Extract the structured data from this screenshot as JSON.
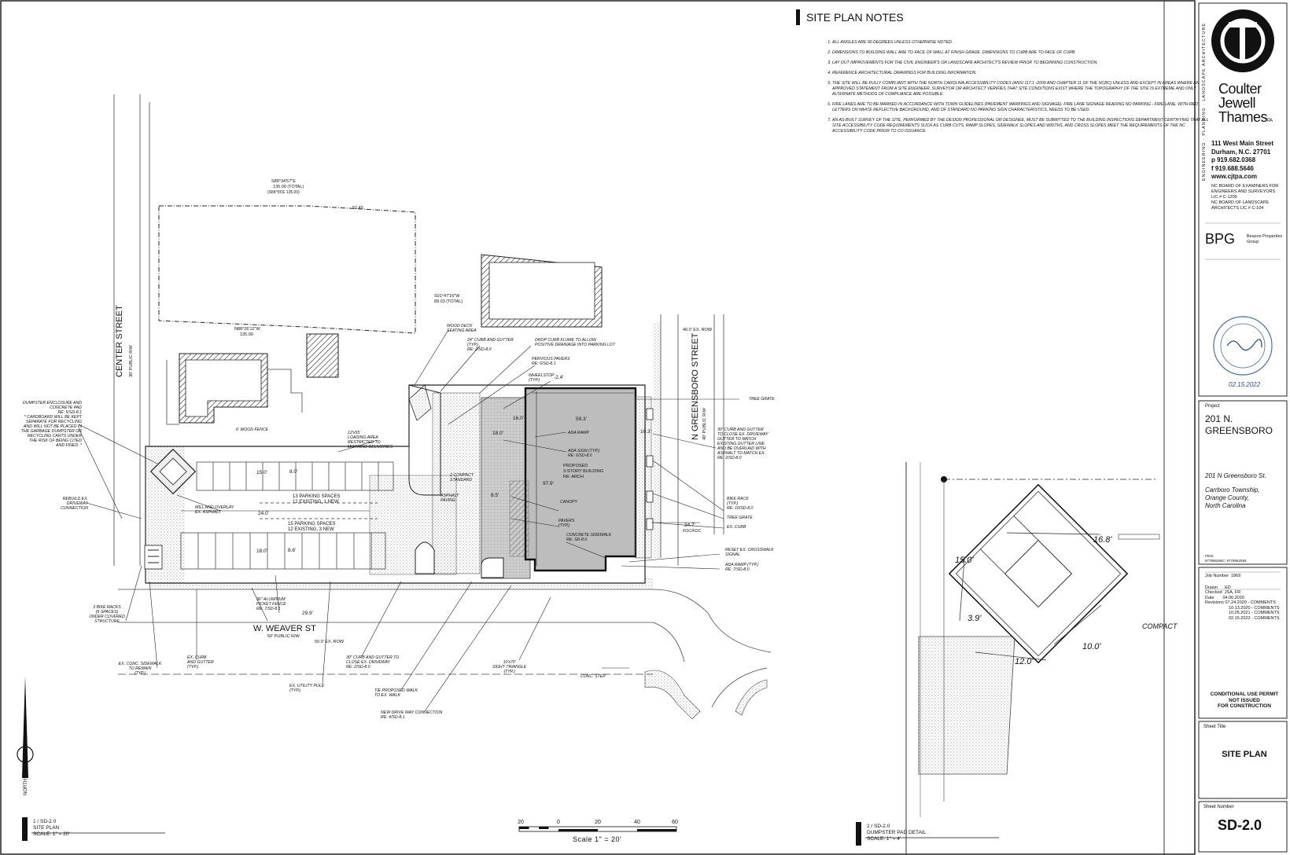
{
  "notes": {
    "title": "SITE PLAN NOTES",
    "items": [
      "ALL ANGLES ARE 90 DEGREES UNLESS OTHERWISE NOTED.",
      "DIMENSIONS TO BUILDING WALL ARE TO FACE OF WALL AT FINISH GRADE. DIMENSIONS TO CURB ARE TO FACE OF CURB.",
      "LAY OUT IMPROVEMENTS FOR THE CIVIL ENGINEER'S OR LANDSCAPE ARCHITECT'S REVIEW PRIOR TO BEGINNING CONSTRUCTION.",
      "REFERENCE ARCHITECTURAL DRAWINGS FOR BUILDING INFORMATION.",
      "THE SITE WILL BE FULLY COMPLIANT WITH THE NORTH CAROLINA ACCESSIBILITY CODES (ANSI 117.1 -2009 AND CHAPTER 11 OF THE NCBC) UNLESS AND EXCEPT IN AREAS WHERE AN APPROVED STATEMENT FROM A SITE ENGINEER, SURVEYOR OR ARCHITECT VERIFIES THAT SITE CONDITIONS EXIST WHERE THE TOPOGRAPHY OF THE SITE IS EXTREME AND ONLY ALTERNATE METHODS OF COMPLIANCE ARE POSSIBLE.",
      "FIRE LANES ARE TO BE MARKED IN ACCORDANCE WITH TOWN GUIDELINES (PAVEMENT MARKINGS AND SIGNAGE). FIRE LANE SIGNAGE READING NO PARKING - FIRE LANE, WITH RED LETTERS ON WHITE REFLECTIVE BACKGROUND, AND OF STANDARD NO PARKING SIGN CHARACTERISTICS, NEEDS TO BE USED.",
      "AN AS-BUILT SURVEY OF THE SITE, PERFORMED BY THE DESIGN PROFESSIONAL OR DESIGNEE, MUST BE SUBMITTED TO THE BUILDING INSPECTIONS DEPARTMENT CERTIFYING THAT ALL SITE ACCESSIBILITY CODE REQUIREMENTS SUCH AS CURB CUTS, RAMP SLOPES, SIDEWALK SLOPES AND WIDTHS, AND CROSS SLOPES MEET THE REQUIREMENTS OF THE NC ACCESSIBILITY CODE PRIOR TO CO ISSUANCE."
    ]
  },
  "titleblock": {
    "vertical_text": "ENGINEERING · PLANNING · LANDSCAPE ARCHITECTURE",
    "firm": [
      "Coulter",
      "Jewell",
      "Thames",
      "PA"
    ],
    "address": [
      "111 West Main Street",
      "Durham, N.C. 27701",
      "p  919.682.0368",
      "f  919.688.5646",
      "www.cjtpa.com"
    ],
    "licenses": [
      "NC BOARD OF EXAMINERS FOR",
      "ENGINEERS AND SURVEYORS",
      "LIC # C-1209",
      "NC BOARD OF LANDSCAPE",
      "ARCHITECTS  LIC # C-104"
    ],
    "client": "BPG",
    "client_full": [
      "Beacon Properties",
      "Group"
    ],
    "seal_date": "02.15.2022",
    "project_label": "Project",
    "project_name": [
      "201 N.",
      "GREENSBORO"
    ],
    "project_address": [
      "201 N Greensboro St.",
      "",
      "Carrboro Township,",
      "Orange County,",
      "North Carolina"
    ],
    "pins_label": "PINS:",
    "pins": "9778863587, 9778862555",
    "job_label": "Job Number",
    "job_number": "1869",
    "drawn_label": "Drawn",
    "drawn": "ED",
    "checked_label": "Checked",
    "checked": "JSA, FR",
    "date_label": "Date",
    "date": "04.06.2020",
    "revisions_label": "Revisions",
    "revisions": [
      "07.24.2020 - COMMENTS",
      "10.13.2020 - COMMENTS",
      "10.05.2021 - COMMENTS",
      "02.15.2022 - COMMENTS"
    ],
    "not_construction": [
      "CONDITIONAL USE PERMIT",
      "NOT ISSUED",
      "FOR CONSTRUCTION"
    ],
    "sheet_title_label": "Sheet Title",
    "sheet_title": "SITE PLAN",
    "sheet_number_label": "Sheet Number",
    "sheet_number": "SD-2.0"
  },
  "plan": {
    "streets": {
      "center": "CENTER STREET",
      "center_row": "30' PUBLIC R/W",
      "greensboro": "N GREENSBORO STREET",
      "greensboro_row": "40' PUBLIC R/W",
      "greensboro_ex_row": "40.0' EX. ROW",
      "weaver": "W. WEAVER ST",
      "weaver_row": "50' PUBLIC R/W",
      "weaver_ex_row": "50.0' EX. ROW"
    },
    "bearings": [
      "S88°34'57\"E",
      "135.00 (TOTAL)",
      "(S84°55'E 135.00)",
      "52.45",
      "S01°47'16\"W",
      "89.03 (TOTAL)",
      "N88°26'12\"W",
      "135.00"
    ],
    "building": [
      "PROPOSED",
      "3-STORY BUILDING",
      "RE: ARCH"
    ],
    "dims": [
      "59.3'",
      "97.9'",
      "16.0'",
      "18.0'",
      "10.3'",
      "15.0'",
      "18.0'",
      "8.0'",
      "8.6'",
      "24.0'",
      "29.9'",
      "34.7'",
      "8.5'",
      "-2.4'"
    ],
    "parking_upper": [
      "13 PARKING SPACES",
      "12 EXISTING, 1 NEW"
    ],
    "parking_lower": [
      "15 PARKING SPACES",
      "12 EXISTING, 3 NEW"
    ],
    "callouts": {
      "dumpster": [
        "DUMPSTER ENCLOSURE AND",
        "CONCRETE PAD",
        "RE: 5/SD-8.1",
        "* CARDBOARD WILL BE KEPT",
        "SEPARATE FOR RECYCLING",
        "AND WILL NOT BE PLACED IN",
        "THE GARBAGE DUMPSTER OR",
        "RECYCLING CARTS UNDER",
        "THE RISK OF BEING CITED",
        "AND FINED. *"
      ],
      "rebuild": [
        "REBUILD EX.",
        "DRIVEWAY",
        "CONNECTION"
      ],
      "mill": [
        "MILL AND OVERLAY",
        "EX. ASPHALT"
      ],
      "wood_fence": "6' WOOD FENCE",
      "loading": [
        "12'x55'",
        "LOADING AREA",
        "RESTRICTED TO",
        "MORNING DELIVERIES"
      ],
      "wood_deck": [
        "WOOD DECK",
        "SEATING AREA"
      ],
      "curb24": [
        "24\" CURB AND GUTTER",
        "(TYP.)",
        "RE: 2/SD-8.0"
      ],
      "drop_curb": [
        "DROP CURB FLUME TO ALLOW",
        "POSITIVE DRAINAGE INTO PARKING LOT"
      ],
      "pervious": [
        "PERVIOUS PAVERS",
        "RE: 6/SD-8.1"
      ],
      "wheelstop": [
        "WHEELSTOP",
        "(TYP.)"
      ],
      "ada_ramp": "ADA RAMP",
      "ada_sign": [
        "ADA SIGN (TYP.)",
        "RE: 6/SD-8.0"
      ],
      "canopy": "CANOPY",
      "pavers": [
        "PAVERS",
        "(TYP.)"
      ],
      "sidewalk": [
        "CONCRETE SIDEWALK",
        "RE: SD-8.0"
      ],
      "asphalt": [
        "ASPHALT",
        "PAVING"
      ],
      "compact": [
        "2 COMPACT",
        "STANDARD"
      ],
      "tree_grate": "TREE GRATE",
      "curb30_right": [
        "30\" CURB AND GUTTER",
        "TO CLOSE EX. DRIVEWAY",
        "GUTTER TO MATCH",
        "EXISTING GUTTER LINE",
        "AND BE OVERLAID WITH",
        "ASPHALT TO MATCH EX.",
        "RE: 2/SD-8.0"
      ],
      "bike_rack": [
        "BIKE RACK",
        "(TYP.)",
        "RE: 10/SD-8.0"
      ],
      "tree_grate2": "TREE GRATE",
      "ex_curb": "EX. CURB",
      "foc": "FOC/FOC",
      "reset": [
        "RESET EX. CROSSWALK",
        "SIGNAL"
      ],
      "ada_ramp2": [
        "ADA RAMP (TYP.)",
        "RE: 7/SD-8.0"
      ],
      "bike3": [
        "3 BIKE RACKS",
        "(6 SPACES)",
        "UNDER COVERED",
        "STRUCTURE"
      ],
      "picket": [
        "36\" ALUMINUM",
        "PICKET FENCE",
        "RE: 7/SD-8.1"
      ],
      "conc_sw": [
        "EX. CONC. SIDEWALK",
        "TO REMAIN",
        "(TYP.)"
      ],
      "ex_curb_gutter": [
        "EX. CURB",
        "AND GUTTER",
        "(TYP.)"
      ],
      "util_pole": [
        "EX. UTILITY POLE",
        "(TYP.)"
      ],
      "curb30_bottom": [
        "30\" CURB AND GUTTER TO",
        "CLOSE EX. DRIVEWAY",
        "RE: 2/SD-8.0"
      ],
      "tie_walk": [
        "TIE PROPOSED WALK",
        "TO EX. WALK"
      ],
      "new_drive": [
        "NEW DRIVE WAY CONNECTION",
        "RE: 4/SD-8.1"
      ],
      "sight": [
        "10'x70'",
        "SIGHT TRIANGLE",
        "(TYP.)"
      ],
      "conc_step": "CONC. STEP"
    }
  },
  "detail": {
    "dims": [
      "15.0'",
      "16.8'",
      "3.9'",
      "12.0'",
      "10.0'"
    ],
    "compact": "COMPACT"
  },
  "captions": {
    "site": [
      "1 / SD-2.0",
      "SITE PLAN",
      "SCALE: 1\" = 20'"
    ],
    "detail": [
      "2 / SD-2.0",
      "DUMPSTER PAD DETAIL",
      "SCALE: 1\" = 4'"
    ]
  },
  "scalebar": {
    "ticks": [
      "20",
      "0",
      "20",
      "40",
      "60"
    ],
    "label": "Scale  1\"  =  20'"
  },
  "north": "NORTH"
}
